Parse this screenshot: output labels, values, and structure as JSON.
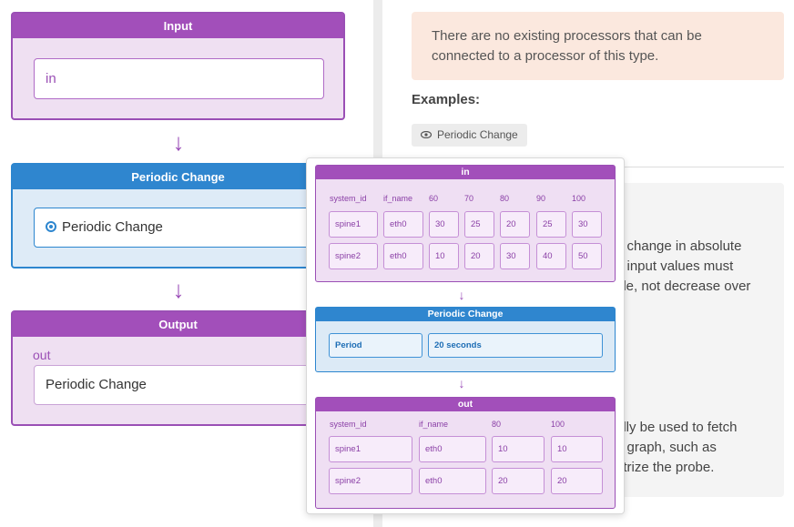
{
  "processors": {
    "input": {
      "title": "Input",
      "value": "in"
    },
    "periodic": {
      "title": "Periodic Change",
      "selected": "Periodic Change"
    },
    "output": {
      "title": "Output",
      "label": "out",
      "value": "Periodic Change"
    }
  },
  "notice": {
    "line1": "There are no existing processors that can be",
    "line2": "connected to a processor of this type."
  },
  "examples": {
    "label": "Examples:",
    "chip": "Periodic Change",
    "chip_icon": "eye-icon"
  },
  "description": {
    "line1": "e change in absolute",
    "line2": "e input values must",
    "line3": "ple, not decrease over",
    "line4": "ally be used to fetch",
    "line5": "e graph, such as",
    "line6": "etrize the probe."
  },
  "popup": {
    "in": {
      "title": "in",
      "headers": [
        "system_id",
        "if_name",
        "60",
        "70",
        "80",
        "90",
        "100"
      ],
      "rows": [
        [
          "spine1",
          "eth0",
          "30",
          "25",
          "20",
          "25",
          "30"
        ],
        [
          "spine2",
          "eth0",
          "10",
          "20",
          "30",
          "40",
          "50"
        ]
      ]
    },
    "periodic": {
      "title": "Periodic Change",
      "period_label": "Period",
      "period_value": "20 seconds"
    },
    "out": {
      "title": "out",
      "headers": [
        "system_id",
        "if_name",
        "80",
        "100"
      ],
      "rows": [
        [
          "spine1",
          "eth0",
          "10",
          "10"
        ],
        [
          "spine2",
          "eth0",
          "20",
          "20"
        ]
      ]
    }
  }
}
